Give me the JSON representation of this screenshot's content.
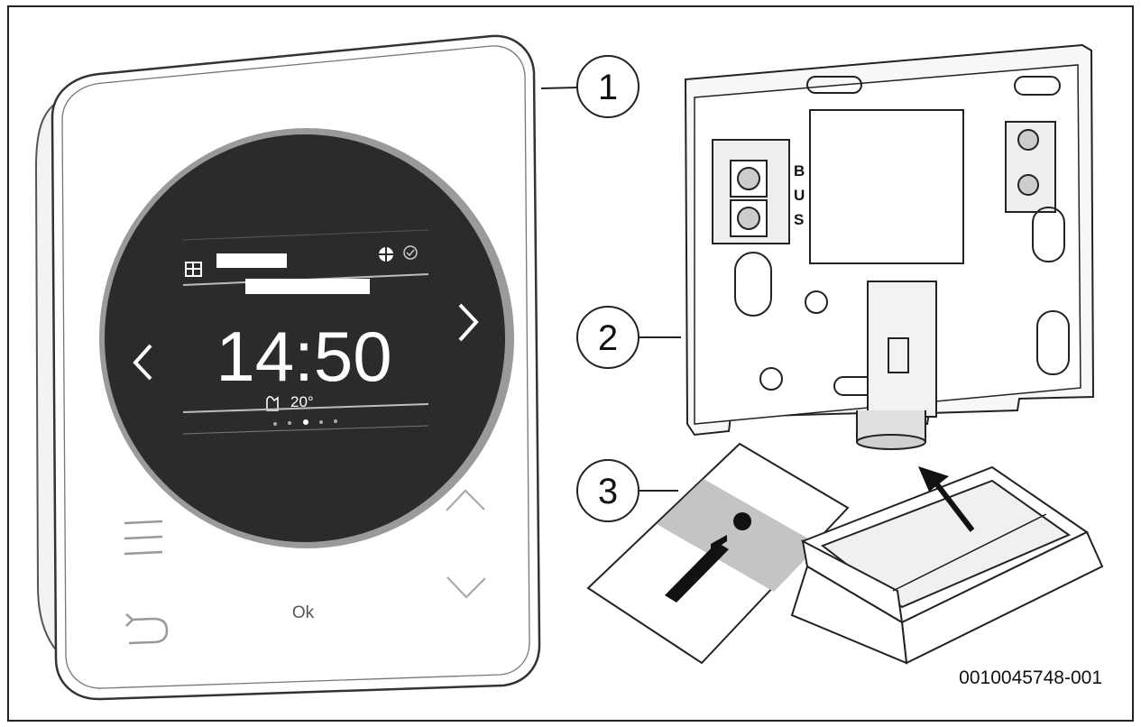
{
  "callouts": [
    {
      "number": "1"
    },
    {
      "number": "2"
    },
    {
      "number": "3"
    }
  ],
  "display": {
    "time": "14:50",
    "temperature": "20°",
    "ok_label": "Ok"
  },
  "base_plate": {
    "bus_letters": [
      "B",
      "U",
      "S"
    ]
  },
  "reference_code": "0010045748-001"
}
